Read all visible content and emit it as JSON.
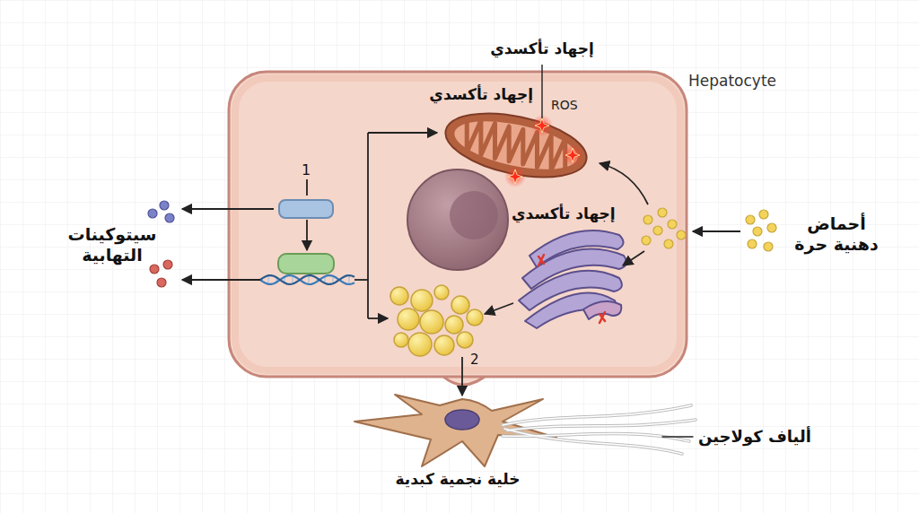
{
  "diagram": {
    "nodes": [
      {
        "text": [
          "Hepatocyte"
        ]
      },
      {
        "text": [
          "1"
        ],
        "in": 0
      },
      {
        "text": [
          "ROS"
        ],
        "in": 0
      },
      {
        "text": [
          "خلية نجمية كبدية"
        ]
      }
    ],
    "labels": [
      "إجهاد تأكسدي",
      "إجهاد تأكسدي",
      "إجهاد تأكسدي",
      "سيتوكينات التهابية",
      "أحماض دهنية حرة",
      "ألياف كولاجين",
      "2"
    ]
  }
}
